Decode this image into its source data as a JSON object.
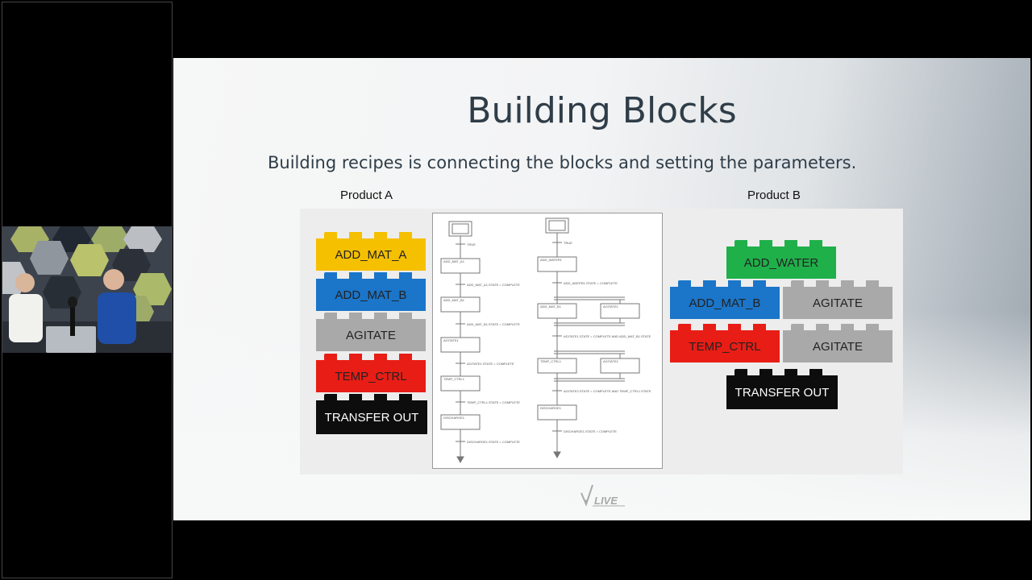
{
  "slide": {
    "title": "Building Blocks",
    "subtitle": "Building recipes is connecting the blocks and setting the parameters.",
    "product_a_label": "Product A",
    "product_b_label": "Product B",
    "logo_text": "LIVE"
  },
  "product_a_blocks": [
    {
      "label": "ADD_MAT_A",
      "color": "#f5c000"
    },
    {
      "label": "ADD_MAT_B",
      "color": "#1b75c9"
    },
    {
      "label": "AGITATE",
      "color": "#a9a9a9"
    },
    {
      "label": "TEMP_CTRL",
      "color": "#e81d15"
    },
    {
      "label": "TRANSFER OUT",
      "color": "#0d0d0d",
      "text_color": "#ffffff"
    }
  ],
  "product_b_blocks": {
    "add_water": {
      "label": "ADD_WATER",
      "color": "#1fb04a"
    },
    "add_mat_b": {
      "label": "ADD_MAT_B",
      "color": "#1b75c9"
    },
    "agitate_1": {
      "label": "AGITATE",
      "color": "#a9a9a9"
    },
    "temp_ctrl": {
      "label": "TEMP_CTRL",
      "color": "#e81d15"
    },
    "agitate_2": {
      "label": "AGITATE",
      "color": "#a9a9a9"
    },
    "transfer_out": {
      "label": "TRANSFER OUT",
      "color": "#0d0d0d"
    }
  },
  "sfc_left": {
    "steps": [
      "ADD_MAT_A1",
      "ADD_MAT_B1",
      "AGITATE1",
      "TEMP_CTRL1",
      "DISCHARGE1"
    ],
    "transitions": [
      "TRUE",
      "ADD_MAT_A1.STATE = COMPLETE",
      "ADD_MAT_B1.STATE = COMPLETE",
      "AGITATE1.STATE = COMPLETE",
      "TEMP_CTRL1.STATE = COMPLETE",
      "DISCHARGE1.STATE = COMPLETE"
    ]
  },
  "sfc_right": {
    "steps": [
      "ADD_WATER1",
      "ADD_MAT_B1",
      "AGITATE1",
      "TEMP_CTRL1",
      "AGITATE2",
      "DISCHARGE1"
    ],
    "transitions": [
      "TRUE",
      "ADD_WATER1.STATE = COMPLETE",
      "AGITATE1.STATE = COMPLETE AND ADD_MAT_B1.STATE",
      "AGITATE2.STATE = COMPLETE AND TEMP_CTRL1.STATE",
      "DISCHARGE1.STATE = COMPLETE"
    ]
  }
}
